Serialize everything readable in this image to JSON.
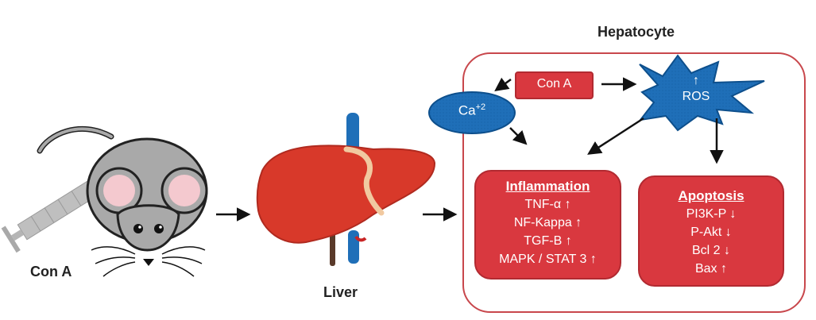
{
  "mouse_label": "Con A",
  "liver_label": "Liver",
  "hepatocyte_title": "Hepatocyte",
  "cona_box": "Con A",
  "ca_label": "Ca",
  "ca_sup": "+2",
  "ros_up": "↑",
  "ros_label": "ROS",
  "inflammation": {
    "title": "Inflammation",
    "items": [
      "TNF-α ↑",
      "NF-Kappa ↑",
      "TGF-B ↑",
      "MAPK / STAT 3 ↑"
    ]
  },
  "apoptosis": {
    "title": "Apoptosis",
    "items": [
      "PI3K-P ↓",
      "P-Akt ↓",
      "Bcl 2 ↓",
      "Bax ↑"
    ]
  },
  "colors": {
    "red_box": "#d9383f",
    "red_border": "#b22a31",
    "blue": "#1f6fb8",
    "liver": "#d8392a",
    "hepatocyte_border": "#c8474c"
  }
}
